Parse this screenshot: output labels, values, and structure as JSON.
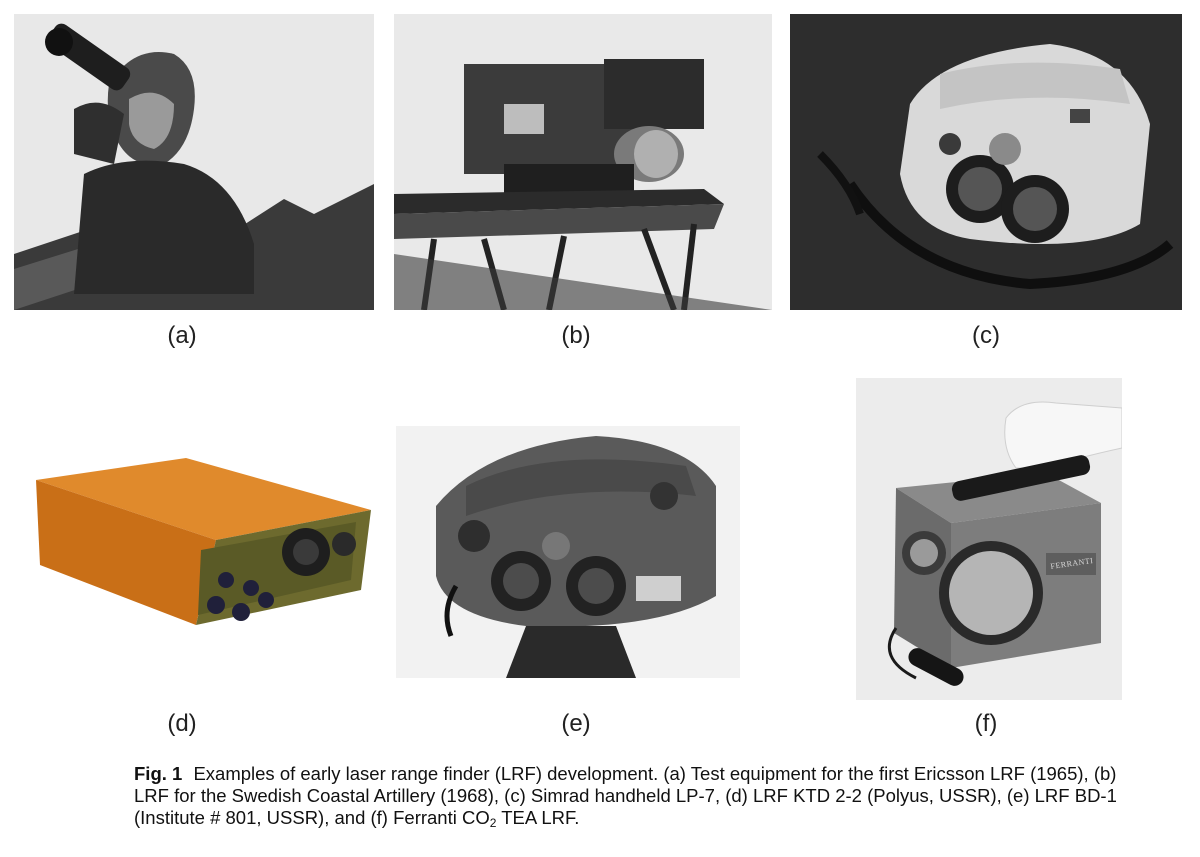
{
  "figure": {
    "panels": [
      {
        "id": "a",
        "label": "(a)"
      },
      {
        "id": "b",
        "label": "(b)"
      },
      {
        "id": "c",
        "label": "(c)"
      },
      {
        "id": "d",
        "label": "(d)"
      },
      {
        "id": "e",
        "label": "(e)"
      },
      {
        "id": "f",
        "label": "(f)"
      }
    ],
    "caption": {
      "fig_label": "Fig. 1",
      "text_before_sub": "Examples of early laser range finder (LRF) development. (a) Test equipment for the first Ericsson LRF (1965), (b) LRF for the Swedish Coastal Artillery (1968), (c) Simrad handheld LP-7, (d) LRF KTD 2-2 (Polyus, USSR), (e) LRF BD-1 (Institute # 801, USSR), and (f) Ferranti CO",
      "subscript": "2",
      "text_after_sub": " TEA LRF."
    },
    "device_markings": {
      "ferranti_plate": "FERRANTI"
    }
  }
}
